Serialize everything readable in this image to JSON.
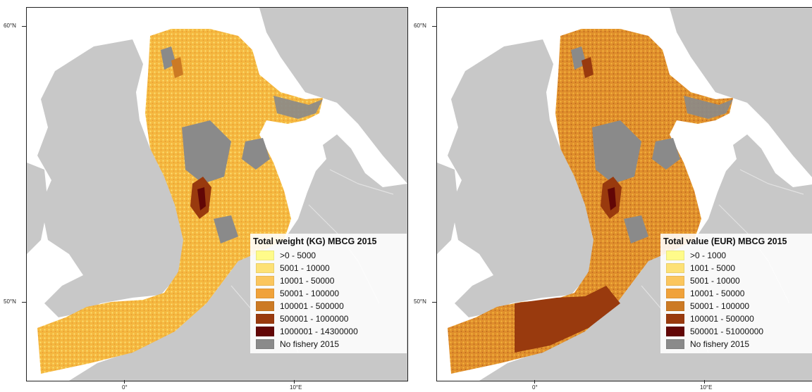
{
  "axes": {
    "lat_labels": [
      "60°N",
      "50°N"
    ],
    "lon_labels": [
      "0°",
      "10°E"
    ]
  },
  "colors": {
    "land": "#c8c8c8",
    "border": "#e2e2e2",
    "no_fishery": "#8a8a8a",
    "sea": "#ffffff"
  },
  "panels": [
    {
      "id": "weight",
      "legend": {
        "title": "Total weight (KG) MBCG 2015",
        "items": [
          {
            "label": ">0 - 5000",
            "color": "#fffb8a"
          },
          {
            "label": "5001 - 10000",
            "color": "#fde176"
          },
          {
            "label": "10001 - 50000",
            "color": "#fbc65e"
          },
          {
            "label": "50001 - 100000",
            "color": "#f0a23a"
          },
          {
            "label": "100001 - 500000",
            "color": "#cc7a24"
          },
          {
            "label": "500001 - 1000000",
            "color": "#993a0e"
          },
          {
            "label": "1000001 - 14300000",
            "color": "#620606"
          },
          {
            "label": "No fishery 2015",
            "color": "#8a8a8a"
          }
        ]
      }
    },
    {
      "id": "value",
      "legend": {
        "title": "Total value (EUR) MBCG 2015",
        "items": [
          {
            "label": ">0 - 1000",
            "color": "#fffb8a"
          },
          {
            "label": "1001 - 5000",
            "color": "#fde176"
          },
          {
            "label": "5001 - 10000",
            "color": "#fbc65e"
          },
          {
            "label": "10001 - 50000",
            "color": "#f0a23a"
          },
          {
            "label": "50001 - 100000",
            "color": "#cc7a24"
          },
          {
            "label": "100001 - 500000",
            "color": "#993a0e"
          },
          {
            "label": "500001 - 51000000",
            "color": "#620606"
          },
          {
            "label": "No fishery 2015",
            "color": "#8a8a8a"
          }
        ]
      }
    }
  ]
}
